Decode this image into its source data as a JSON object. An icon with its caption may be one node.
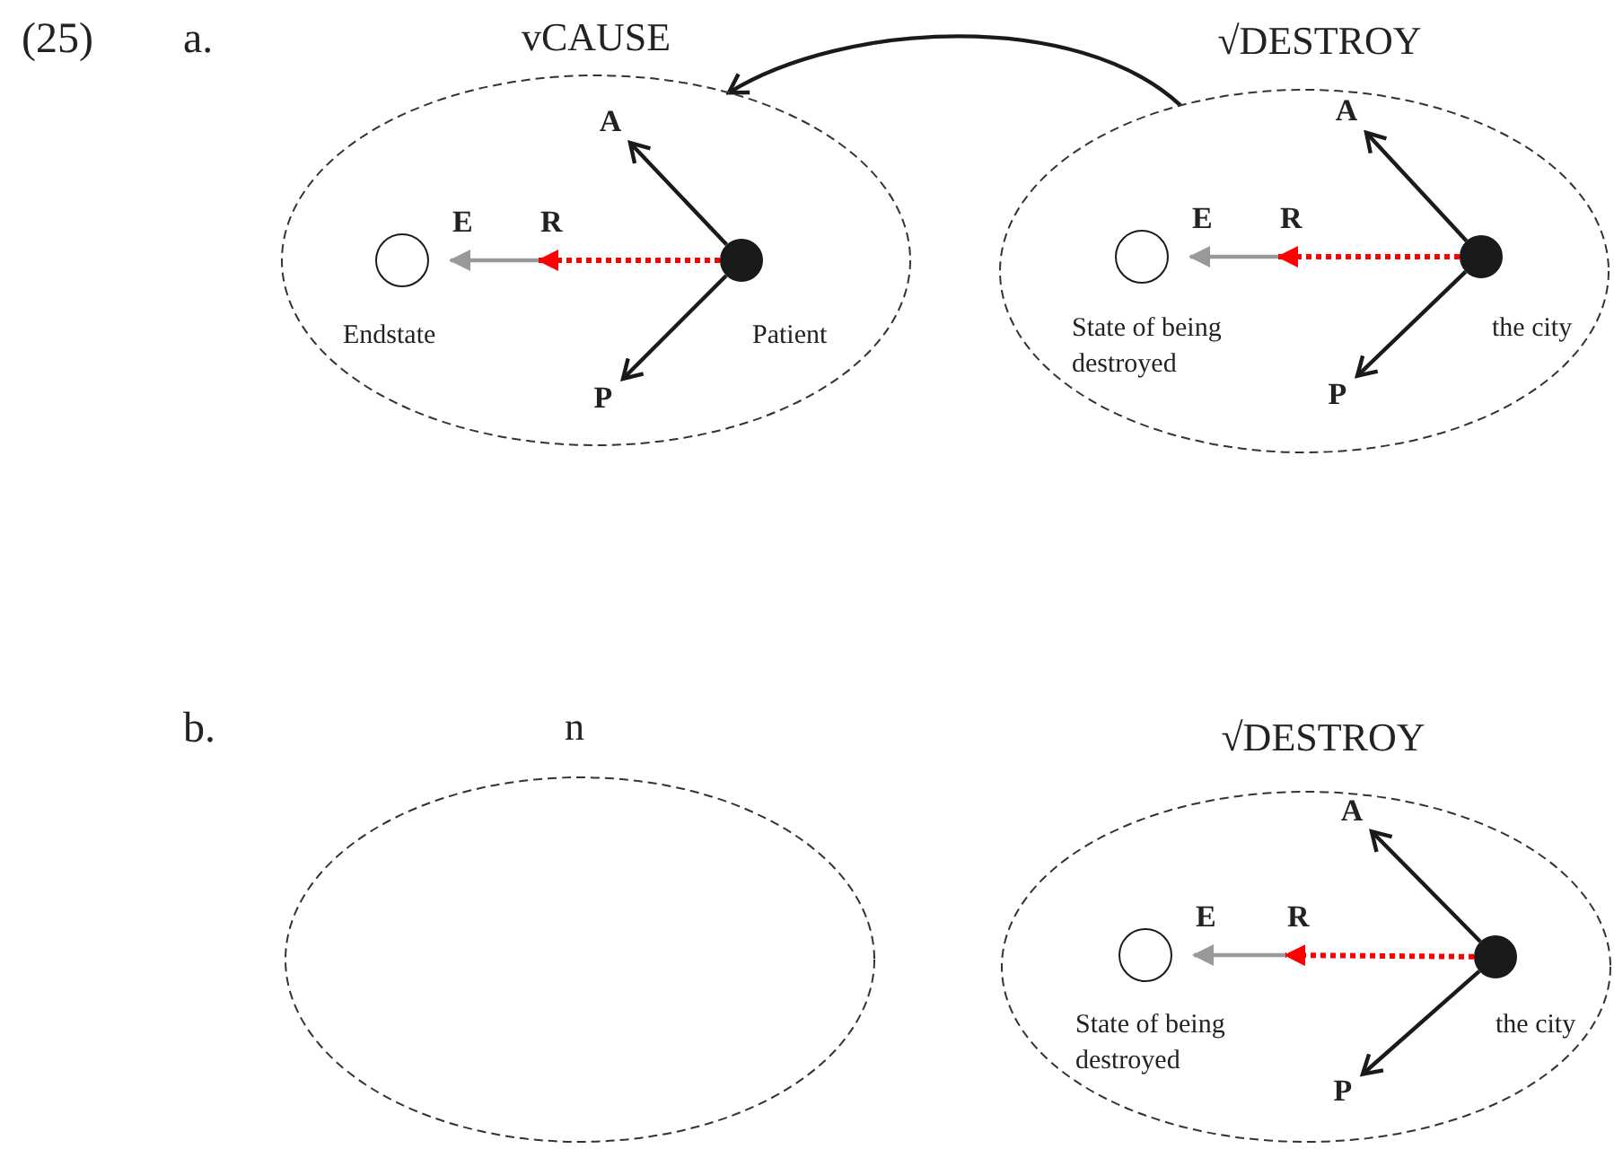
{
  "diagram": {
    "nodes": [
      {
        "text": [
          "vCAUSE"
        ]
      },
      {
        "text": [],
        "shape": "circle",
        "in": 0,
        "beside": [
          "Patient"
        ]
      },
      {
        "text": [],
        "shape": "circle",
        "in": 0,
        "beside": [
          "Endstate"
        ]
      },
      {
        "text": [
          "A"
        ],
        "in": 0
      },
      {
        "text": [
          "P"
        ],
        "in": 0
      },
      {
        "text": [
          "√DESTROY"
        ]
      },
      {
        "text": [],
        "shape": "circle",
        "in": 5,
        "beside": [
          "the city"
        ]
      },
      {
        "text": [],
        "shape": "circle",
        "in": 5,
        "beside": [
          "State of being destroyed"
        ]
      },
      {
        "text": [
          "A"
        ],
        "in": 5
      },
      {
        "text": [
          "P"
        ],
        "in": 5
      },
      {
        "text": [
          "n"
        ]
      },
      {
        "text": [
          "√DESTROY"
        ]
      },
      {
        "text": [],
        "shape": "circle",
        "in": 11,
        "beside": [
          "the city"
        ]
      },
      {
        "text": [],
        "shape": "circle",
        "in": 11,
        "beside": [
          "State of being destroyed"
        ]
      },
      {
        "text": [
          "A"
        ],
        "in": 11
      },
      {
        "text": [
          "P"
        ],
        "in": 11
      }
    ],
    "edges": [
      {
        "from": 1,
        "to": 3,
        "arrow": "to"
      },
      {
        "from": 1,
        "to": 4,
        "arrow": "to"
      },
      {
        "from": 1,
        "to": null,
        "arrow": "to",
        "label": "R",
        "style": "dashed",
        "color": "#ff0000"
      },
      {
        "from": null,
        "to": 2,
        "arrow": "to",
        "label": "E",
        "color": "#999999"
      },
      {
        "from": 5,
        "to": 0,
        "arrow": "to"
      },
      {
        "from": 6,
        "to": 8,
        "arrow": "to"
      },
      {
        "from": 6,
        "to": 9,
        "arrow": "to"
      },
      {
        "from": 6,
        "to": null,
        "arrow": "to",
        "label": "R",
        "style": "dashed",
        "color": "#ff0000"
      },
      {
        "from": null,
        "to": 7,
        "arrow": "to",
        "label": "E",
        "color": "#999999"
      },
      {
        "from": 12,
        "to": 14,
        "arrow": "to"
      },
      {
        "from": 12,
        "to": 15,
        "arrow": "to"
      },
      {
        "from": 12,
        "to": null,
        "arrow": "to",
        "label": "R",
        "style": "dashed",
        "color": "#ff0000"
      },
      {
        "from": null,
        "to": 13,
        "arrow": "to",
        "label": "E",
        "color": "#999999"
      }
    ],
    "labels": [
      "(25)",
      "a.",
      "b."
    ]
  }
}
